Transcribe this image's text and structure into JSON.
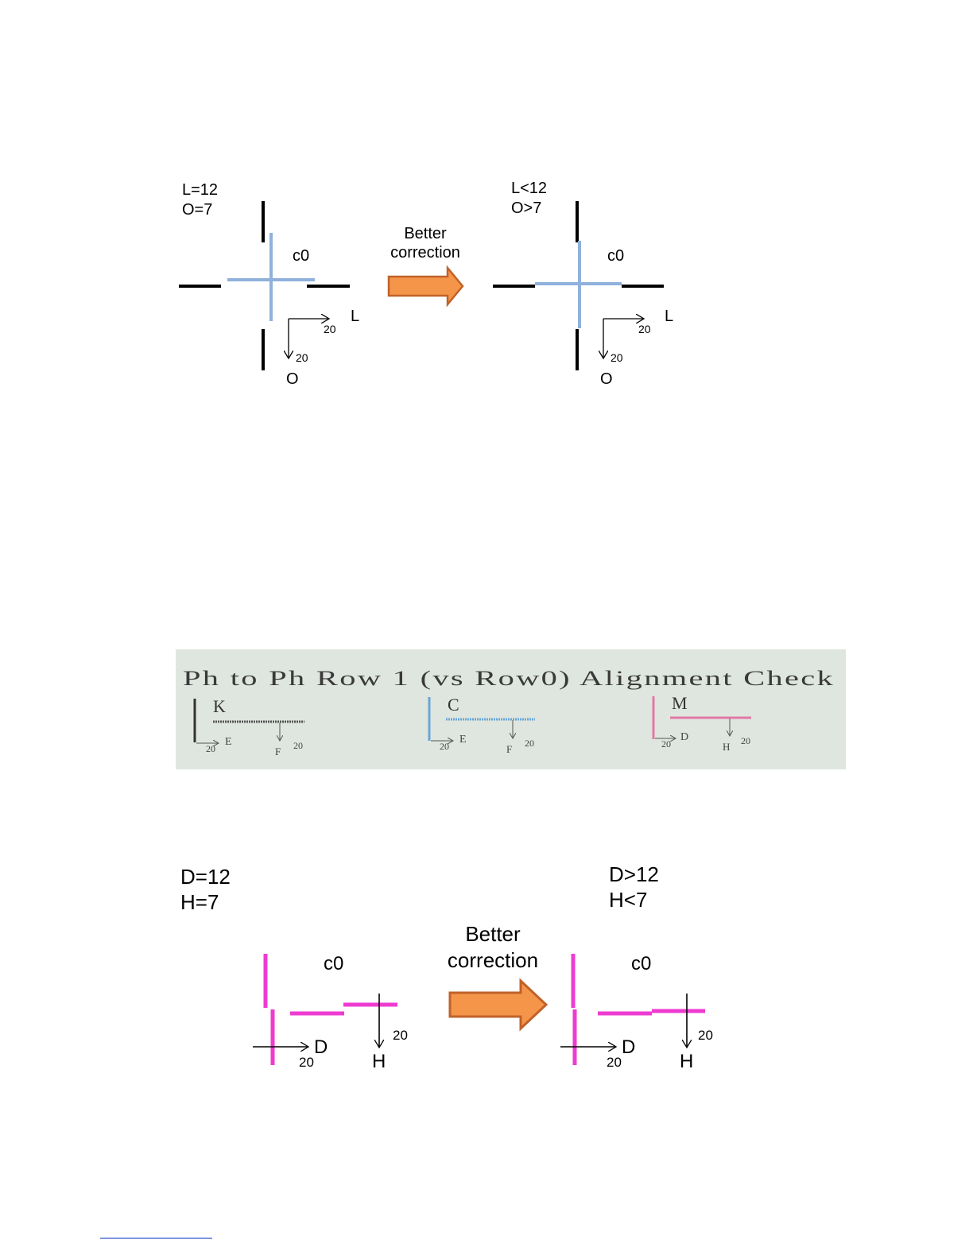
{
  "diagram1": {
    "before": {
      "line1": "L=12",
      "line2": "O=7",
      "c0": "c0",
      "axis_l": "L",
      "axis_o": "O",
      "tick_20_h": "20",
      "tick_20_v": "20"
    },
    "arrow_label_line1": "Better",
    "arrow_label_line2": "correction",
    "after": {
      "line1": "L<12",
      "line2": "O>7",
      "c0": "c0",
      "axis_l": "L",
      "axis_o": "O",
      "tick_20_h": "20",
      "tick_20_v": "20"
    }
  },
  "photo": {
    "title": "Ph to Ph Row 1 (vs Row0) Alignment Check",
    "groups": [
      {
        "label": "K",
        "h_axis": "E",
        "v_axis": "F",
        "tick_h": "20",
        "tick_v": "20"
      },
      {
        "label": "C",
        "h_axis": "E",
        "v_axis": "F",
        "tick_h": "20",
        "tick_v": "20"
      },
      {
        "label": "M",
        "h_axis": "D",
        "v_axis": "H",
        "tick_h": "20",
        "tick_v": "20"
      }
    ]
  },
  "diagram2": {
    "before": {
      "line1": "D=12",
      "line2": "H=7",
      "c0": "c0",
      "axis_d": "D",
      "axis_h": "H",
      "tick_20_h": "20",
      "tick_20_v": "20"
    },
    "arrow_label_line1": "Better",
    "arrow_label_line2": "correction",
    "after": {
      "line1": "D>12",
      "line2": "H<7",
      "c0": "c0",
      "axis_d": "D",
      "axis_h": "H",
      "tick_20_h": "20",
      "tick_20_v": "20"
    }
  },
  "colors": {
    "black": "#000000",
    "cyan": "#8fb1dc",
    "magenta": "#ee3bd0",
    "arrow_fill": "#f4954a",
    "arrow_stroke": "#c0622a",
    "photo_bg": "#dfe6df",
    "footnote_rule": "#3355cc"
  }
}
